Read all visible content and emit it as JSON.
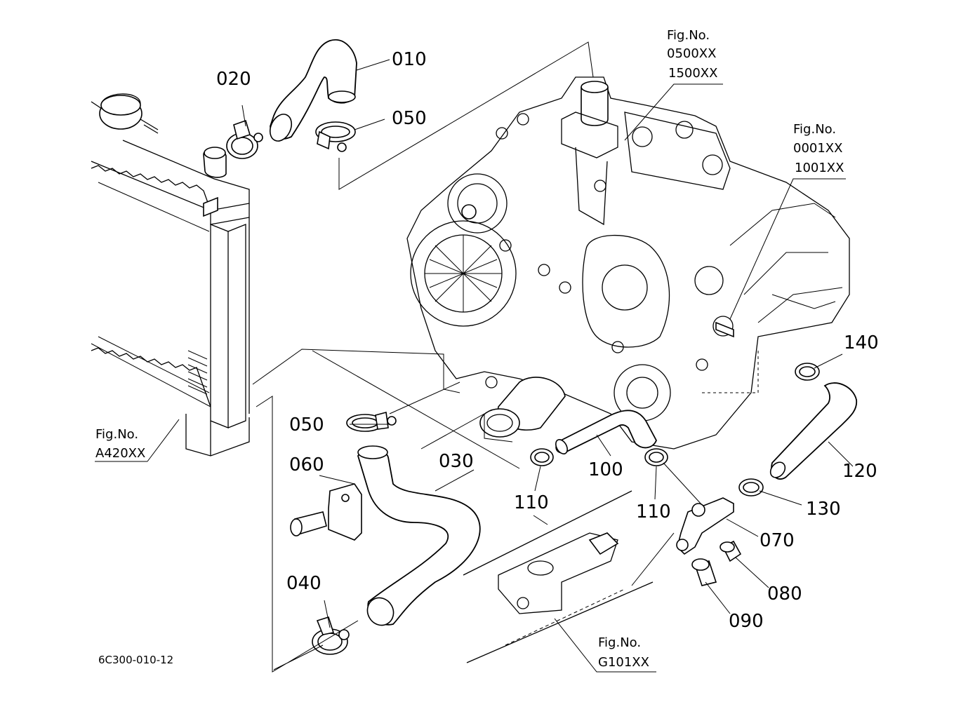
{
  "diagram": {
    "drawing_code": "6C300-010-12",
    "parts": [
      "010",
      "020",
      "050",
      "050",
      "060",
      "030",
      "040",
      "100",
      "110",
      "110",
      "120",
      "130",
      "140",
      "070",
      "080",
      "090"
    ],
    "references": [
      {
        "caption": "Fig.No.",
        "codes": [
          "0500XX",
          "1500XX"
        ]
      },
      {
        "caption": "Fig.No.",
        "codes": [
          "0001XX",
          "1001XX"
        ]
      },
      {
        "caption": "Fig.No.",
        "codes": [
          "A420XX"
        ]
      },
      {
        "caption": "Fig.No.",
        "codes": [
          "G101XX"
        ]
      }
    ]
  }
}
